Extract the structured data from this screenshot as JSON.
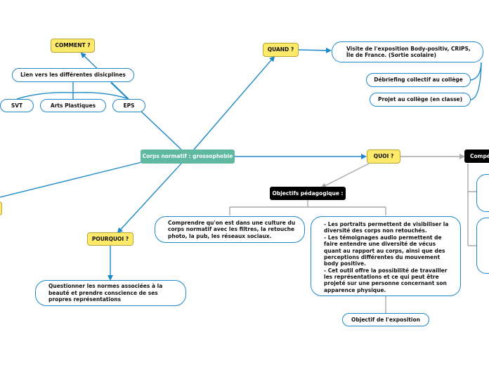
{
  "central": "Corps normatif : grossophobie",
  "comment": {
    "label": "COMMENT ?",
    "link": "Lien vers les différentes disicplines",
    "disciplines": [
      "SVT",
      "Arts Plastiques",
      "EPS"
    ]
  },
  "quand": {
    "label": "QUAND ?",
    "visit": "Visite de l'exposition Body-positiv, CRIPS,\nÎle de France. (Sortie scolaire)",
    "debriefing": "Débriefing collectif au collège",
    "projet": "Projet au collège (en classe)"
  },
  "quoi": {
    "label": "QUOI ?",
    "objectifs_title": "Objectifs pédagogique :",
    "objectif_1": "Comprendre qu'on est dans une culture du corps normatif avec les filtres, la retouche photo, la pub, les réseaux sociaux.",
    "objectif_2": "- Les portraits permettent de visibiliser la diversité des corps non retouchés.\n- Les témoignages audio permettent de faire entendre une diversité de vécus quant au rapport au corps, ainsi que des perceptions différentes du mouvement body positive.\n- Cet outil offre la possibilité de travailler les représentations et ce qui peut être projeté sur une personne concernant son apparence physique.",
    "objectif_expo": "Objectif de l'exposition",
    "competences": "Compé"
  },
  "pourquoi": {
    "label": "POURQUOI ?",
    "text": "Questionner les normes associées à la beauté et prendre conscience de ses propres représentations"
  },
  "colors": {
    "link_blue": "#1e88c8",
    "link_gray": "#a8a8a8",
    "topic_yellow": "#fde96a",
    "central_green": "#5fb8a0",
    "header_black": "#000000"
  }
}
